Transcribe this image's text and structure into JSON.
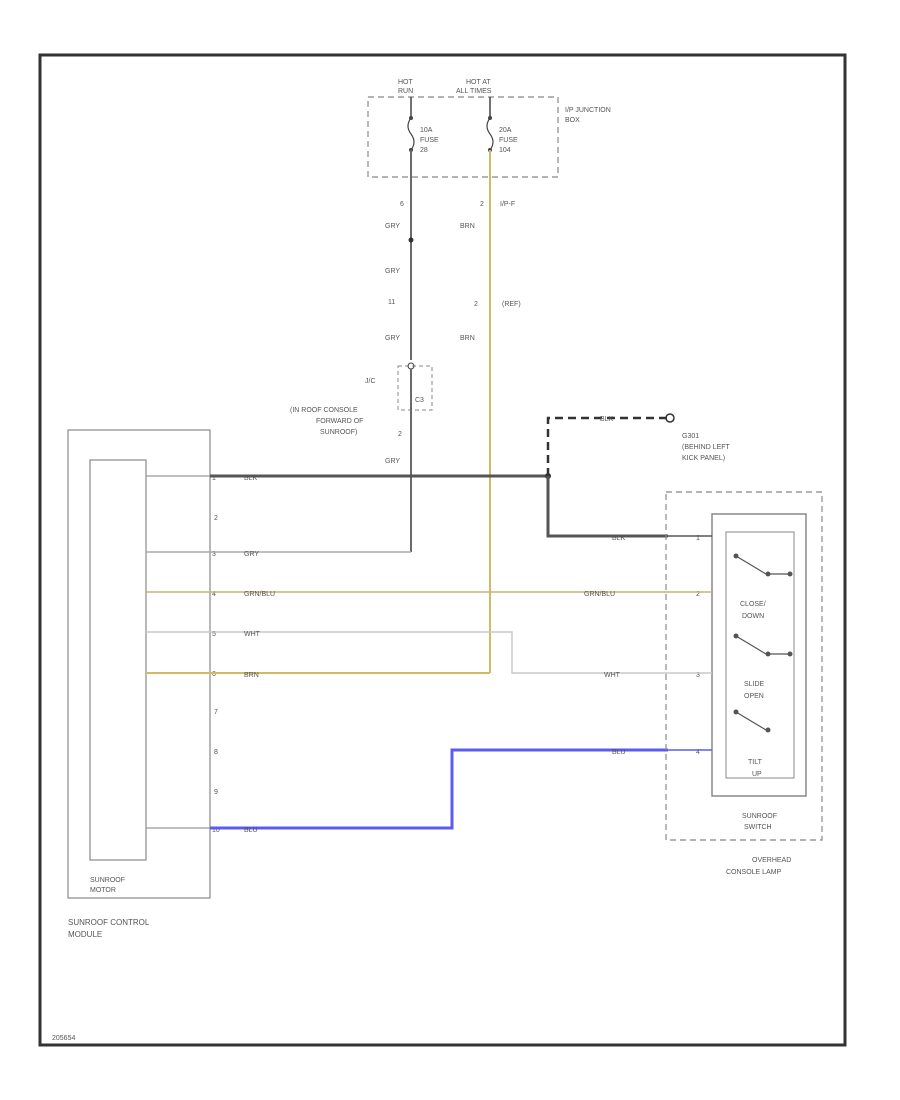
{
  "fuse_box": {
    "hot_left": [
      "HOT",
      "RUN"
    ],
    "hot_right": [
      "HOT AT",
      "ALL TIMES"
    ],
    "fuse_left": [
      "10A",
      "FUSE",
      "28"
    ],
    "fuse_right": [
      "20A",
      "FUSE",
      "104"
    ],
    "name": [
      "I/P JUNCTION",
      "BOX"
    ],
    "pin_left": "6",
    "pin_right": "2",
    "connector_right": "I/P-F"
  },
  "wire_labels": {
    "gry": "GRY",
    "brn": "BRN",
    "blk": "BLK",
    "grn_blu": "GRN/BLU",
    "wht": "WHT",
    "blu": "BLU",
    "x11": "11",
    "x2": "2",
    "x2_note": "(REF)",
    "splice": "C3"
  },
  "splice_note": [
    "J/C",
    "(IN ROOF CONSOLE",
    "FORWARD OF",
    "SUNROOF)"
  ],
  "ground": {
    "label": [
      "G301",
      "(BEHIND LEFT",
      "KICK PANEL)"
    ]
  },
  "control_module": {
    "inner": [
      "SUNROOF",
      "MOTOR"
    ],
    "name": [
      "SUNROOF CONTROL",
      "MODULE"
    ],
    "pins": [
      "1",
      "2",
      "3",
      "4",
      "5",
      "6",
      "7",
      "8",
      "9",
      "10"
    ]
  },
  "switch": {
    "positions": [
      [
        "CLOSE/",
        "DOWN"
      ],
      [
        "SLIDE",
        "OPEN"
      ],
      [
        "TILT",
        "UP"
      ]
    ],
    "name": [
      "SUNROOF",
      "SWITCH"
    ],
    "housing": [
      "OVERHEAD",
      "CONSOLE LAMP"
    ],
    "pins": [
      "1",
      "2",
      "3",
      "4"
    ]
  },
  "footer_id": "205654"
}
